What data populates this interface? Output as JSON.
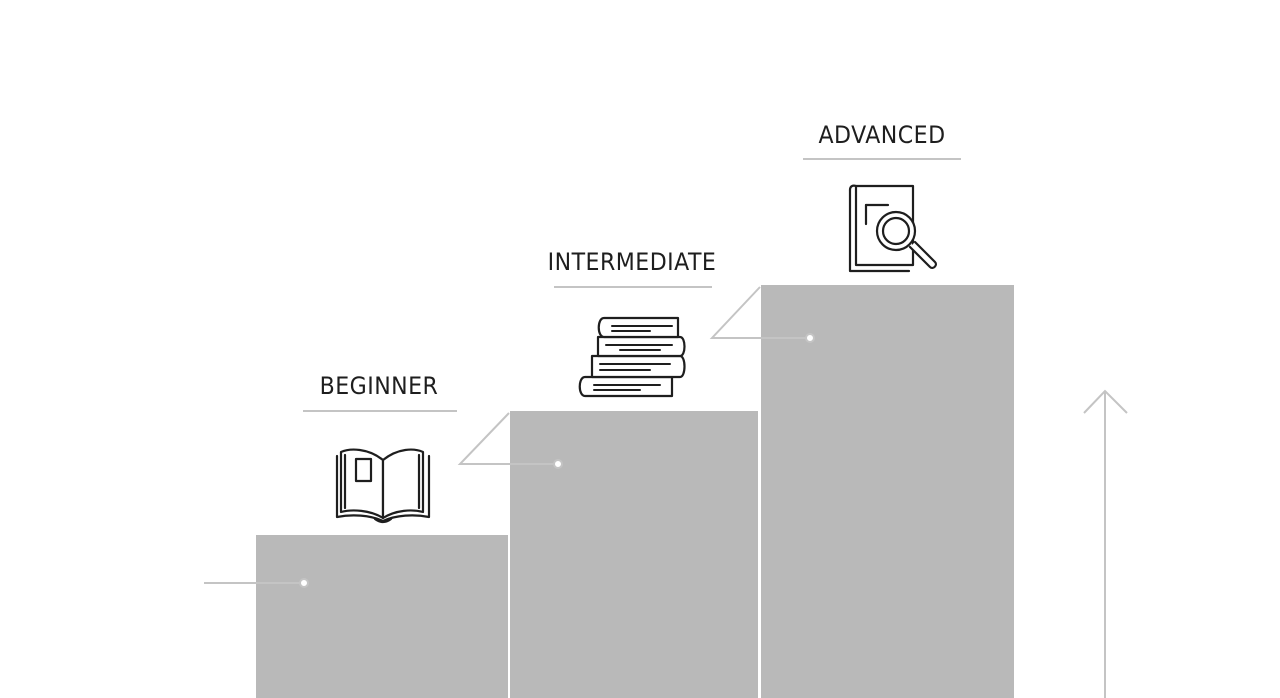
{
  "levels": [
    {
      "label": "BEGINNER",
      "icon": "open-book-icon"
    },
    {
      "label": "INTERMEDIATE",
      "icon": "book-stack-icon"
    },
    {
      "label": "ADVANCED",
      "icon": "book-magnifier-icon"
    }
  ],
  "colors": {
    "step_fill": "#b9b9b9",
    "connector": "#c4c4c4",
    "icon_stroke": "#1e1e1e",
    "text": "#1e1e1e",
    "background": "#ffffff"
  },
  "decor": {
    "arrow": "up-arrow-icon"
  }
}
